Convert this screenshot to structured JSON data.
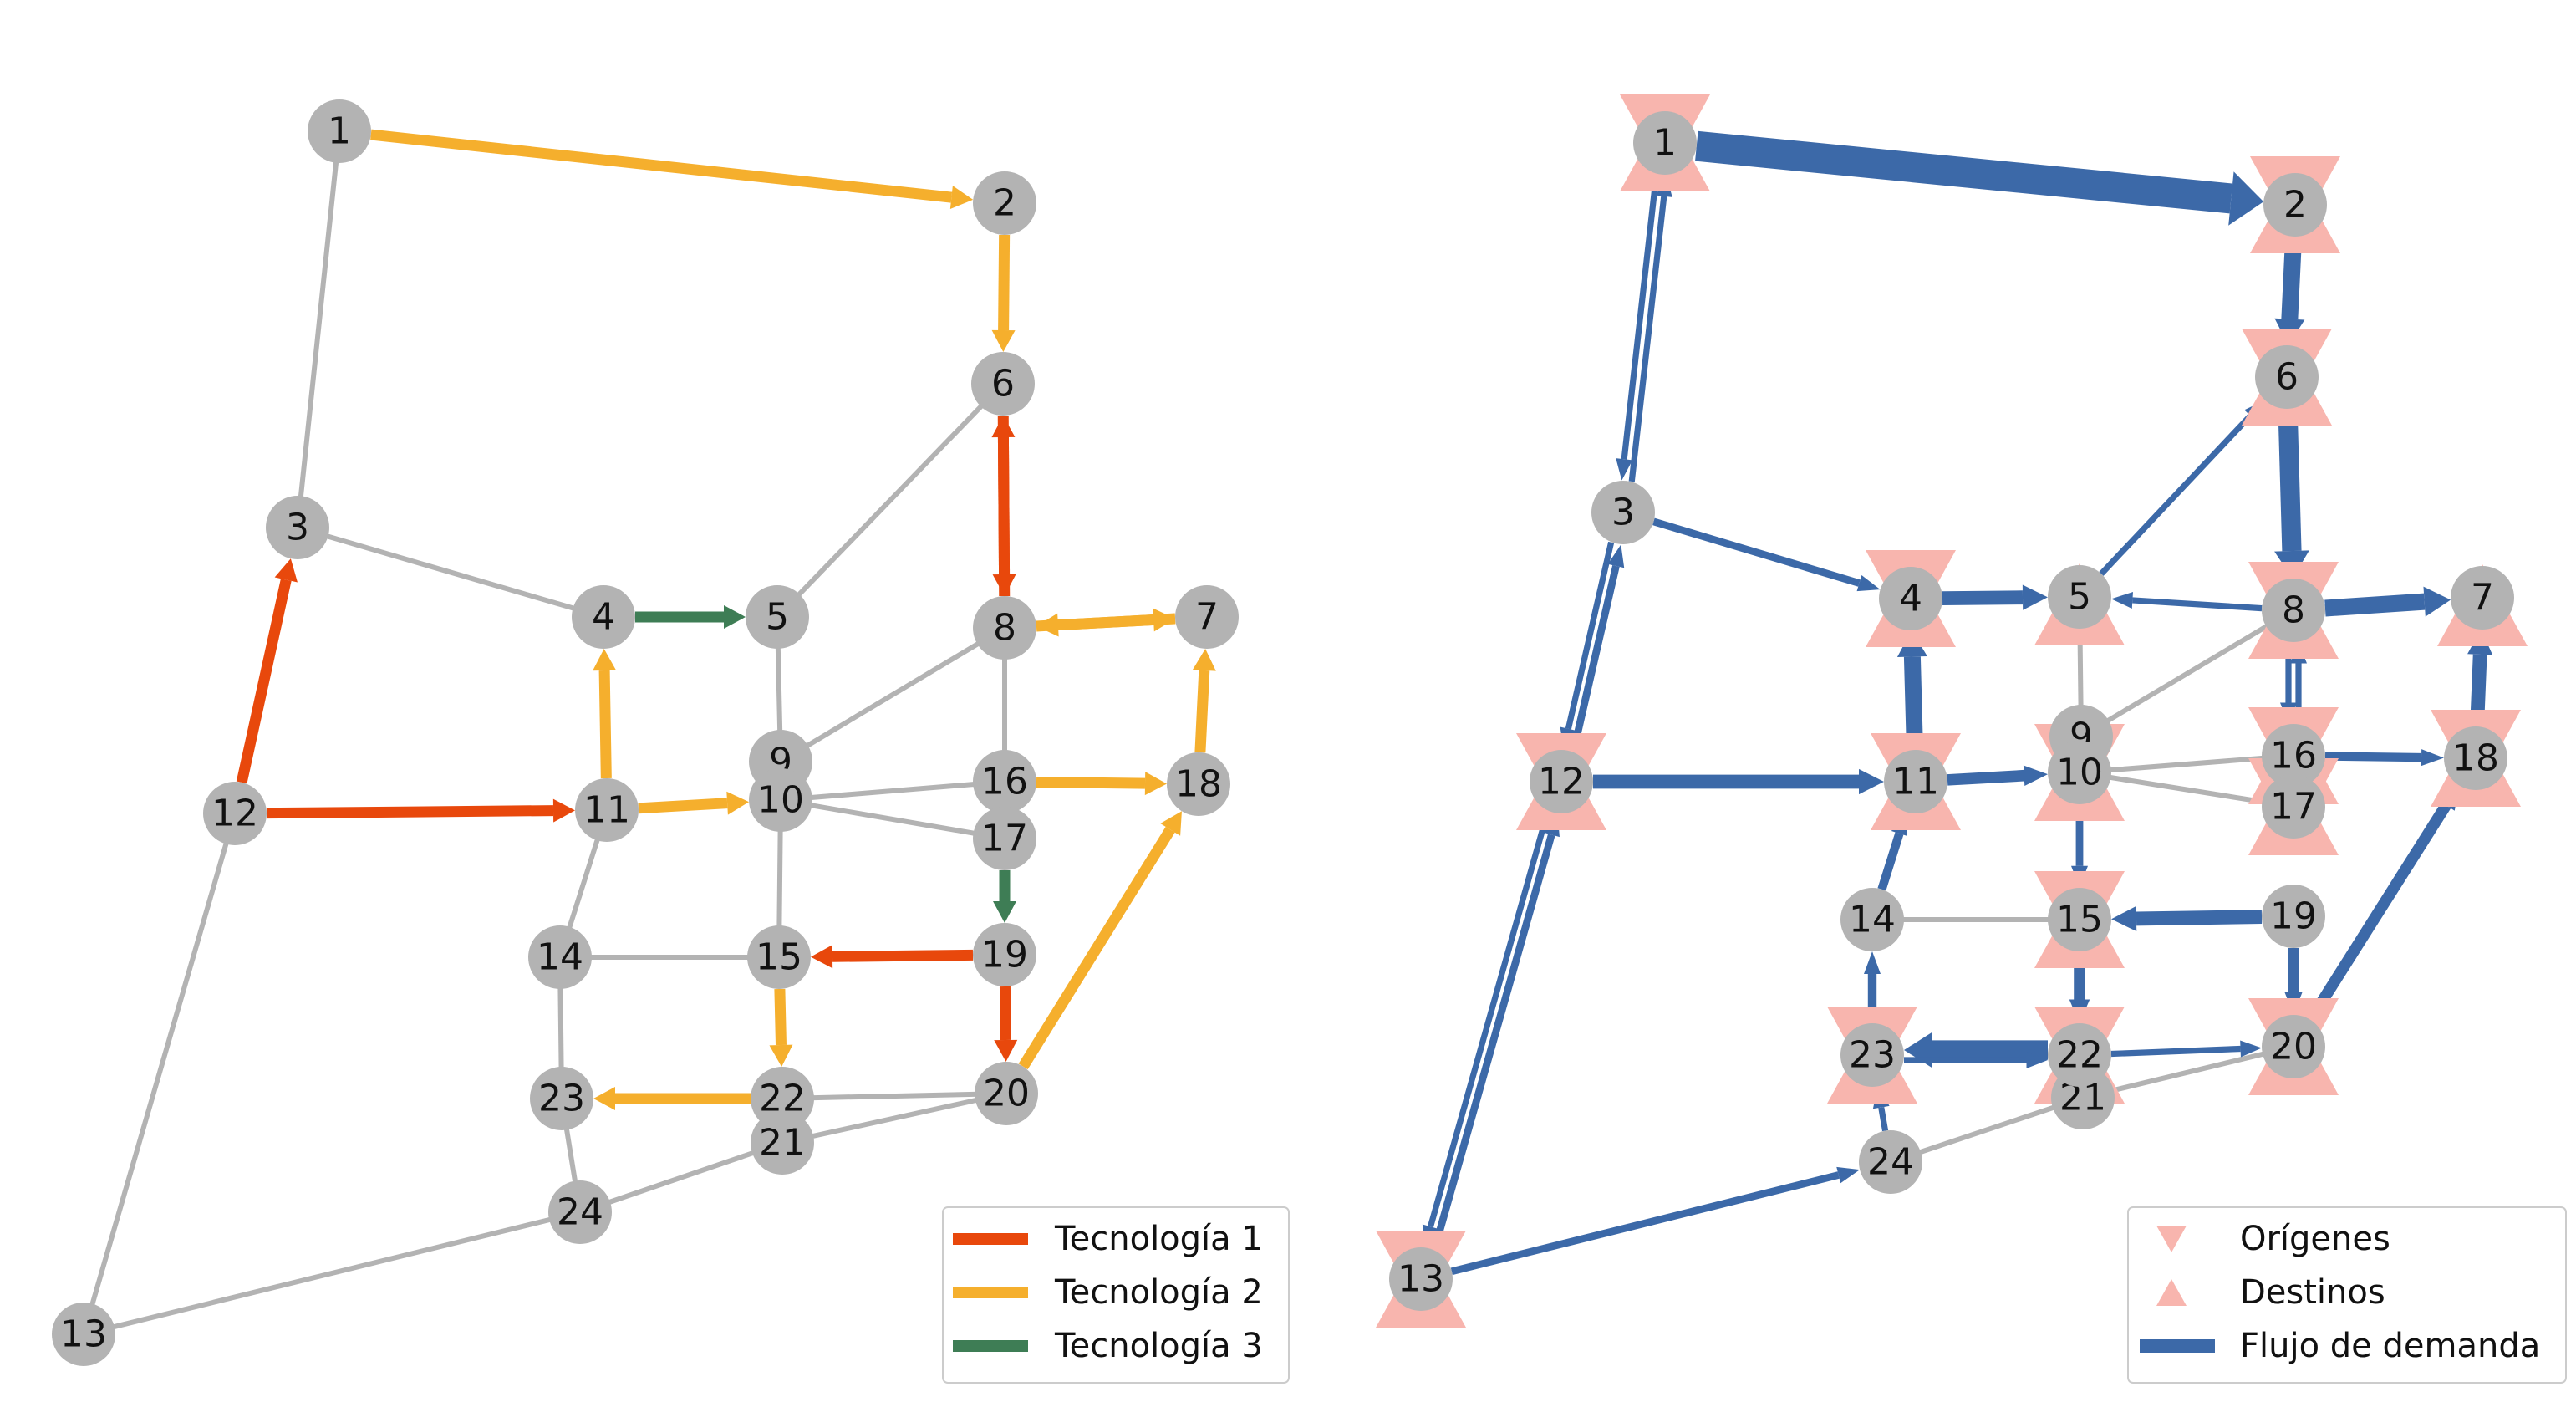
{
  "colors": {
    "tech1": "#E8480C",
    "tech2": "#F5AF2D",
    "tech3": "#3E7D55",
    "plain_edge": "#B3B3B3",
    "node": "#B3B3B3",
    "demand": "#3C69A8",
    "marker": "#F8B5AE"
  },
  "left_panel": {
    "nodes": [
      "1",
      "2",
      "3",
      "4",
      "5",
      "6",
      "7",
      "8",
      "9",
      "10",
      "11",
      "12",
      "13",
      "14",
      "15",
      "16",
      "17",
      "18",
      "19",
      "20",
      "21",
      "22",
      "23",
      "24"
    ],
    "plain_edges": [
      [
        "1",
        "3"
      ],
      [
        "3",
        "4"
      ],
      [
        "5",
        "6"
      ],
      [
        "5",
        "9"
      ],
      [
        "9",
        "8"
      ],
      [
        "8",
        "16"
      ],
      [
        "10",
        "16"
      ],
      [
        "10",
        "17"
      ],
      [
        "10",
        "15"
      ],
      [
        "11",
        "14"
      ],
      [
        "14",
        "15"
      ],
      [
        "14",
        "23"
      ],
      [
        "23",
        "24"
      ],
      [
        "24",
        "21"
      ],
      [
        "21",
        "20"
      ],
      [
        "22",
        "20"
      ],
      [
        "13",
        "24"
      ],
      [
        "12",
        "13"
      ]
    ],
    "technology_arcs": [
      {
        "from": "1",
        "to": "2",
        "tech": "tech2"
      },
      {
        "from": "2",
        "to": "6",
        "tech": "tech2"
      },
      {
        "from": "8",
        "to": "6",
        "tech": "tech1"
      },
      {
        "from": "6",
        "to": "8",
        "tech": "tech1"
      },
      {
        "from": "7",
        "to": "8",
        "tech": "tech2"
      },
      {
        "from": "8",
        "to": "7",
        "tech": "tech2"
      },
      {
        "from": "4",
        "to": "5",
        "tech": "tech3"
      },
      {
        "from": "11",
        "to": "4",
        "tech": "tech2"
      },
      {
        "from": "12",
        "to": "3",
        "tech": "tech1"
      },
      {
        "from": "12",
        "to": "11",
        "tech": "tech1"
      },
      {
        "from": "11",
        "to": "10",
        "tech": "tech2"
      },
      {
        "from": "16",
        "to": "18",
        "tech": "tech2"
      },
      {
        "from": "18",
        "to": "7",
        "tech": "tech2"
      },
      {
        "from": "17",
        "to": "19",
        "tech": "tech3"
      },
      {
        "from": "19",
        "to": "15",
        "tech": "tech1"
      },
      {
        "from": "19",
        "to": "20",
        "tech": "tech1"
      },
      {
        "from": "20",
        "to": "18",
        "tech": "tech2"
      },
      {
        "from": "15",
        "to": "22",
        "tech": "tech2"
      },
      {
        "from": "22",
        "to": "23",
        "tech": "tech2"
      }
    ],
    "legend": [
      {
        "label": "Tecnología 1",
        "color_key": "tech1"
      },
      {
        "label": "Tecnología 2",
        "color_key": "tech2"
      },
      {
        "label": "Tecnología 3",
        "color_key": "tech3"
      }
    ]
  },
  "right_panel": {
    "nodes": [
      "1",
      "2",
      "3",
      "4",
      "5",
      "6",
      "7",
      "8",
      "9",
      "10",
      "11",
      "12",
      "13",
      "14",
      "15",
      "16",
      "17",
      "18",
      "19",
      "20",
      "21",
      "22",
      "23",
      "24"
    ],
    "origins": [
      "1",
      "2",
      "4",
      "6",
      "8",
      "10",
      "11",
      "12",
      "13",
      "15",
      "16",
      "17",
      "18",
      "20",
      "22",
      "23"
    ],
    "destinations": [
      "1",
      "2",
      "4",
      "5",
      "6",
      "7",
      "8",
      "10",
      "11",
      "12",
      "13",
      "15",
      "16",
      "17",
      "18",
      "20",
      "22",
      "23"
    ],
    "plain_edges": [
      [
        "5",
        "9"
      ],
      [
        "9",
        "8"
      ],
      [
        "10",
        "16"
      ],
      [
        "10",
        "17"
      ],
      [
        "14",
        "15"
      ],
      [
        "24",
        "21"
      ],
      [
        "21",
        "20"
      ]
    ],
    "demand_arcs": [
      {
        "from": "1",
        "to": "2",
        "flow": 10
      },
      {
        "from": "2",
        "to": "6",
        "flow": 5
      },
      {
        "from": "6",
        "to": "8",
        "flow": 6
      },
      {
        "from": "8",
        "to": "7",
        "flow": 5
      },
      {
        "from": "18",
        "to": "7",
        "flow": 4
      },
      {
        "from": "1",
        "to": "3",
        "flow": 1
      },
      {
        "from": "3",
        "to": "1",
        "flow": 1
      },
      {
        "from": "3",
        "to": "4",
        "flow": 1.5
      },
      {
        "from": "4",
        "to": "5",
        "flow": 4
      },
      {
        "from": "8",
        "to": "5",
        "flow": 1
      },
      {
        "from": "5",
        "to": "6",
        "flow": 1
      },
      {
        "from": "12",
        "to": "3",
        "flow": 1.5
      },
      {
        "from": "3",
        "to": "12",
        "flow": 1
      },
      {
        "from": "12",
        "to": "11",
        "flow": 4
      },
      {
        "from": "11",
        "to": "4",
        "flow": 5
      },
      {
        "from": "11",
        "to": "10",
        "flow": 3
      },
      {
        "from": "8",
        "to": "16",
        "flow": 1
      },
      {
        "from": "16",
        "to": "8",
        "flow": 1
      },
      {
        "from": "16",
        "to": "18",
        "flow": 2
      },
      {
        "from": "10",
        "to": "15",
        "flow": 1.5
      },
      {
        "from": "19",
        "to": "15",
        "flow": 4
      },
      {
        "from": "19",
        "to": "20",
        "flow": 2.5
      },
      {
        "from": "15",
        "to": "22",
        "flow": 3
      },
      {
        "from": "22",
        "to": "23",
        "flow": 6
      },
      {
        "from": "23",
        "to": "22",
        "flow": 1
      },
      {
        "from": "22",
        "to": "20",
        "flow": 1
      },
      {
        "from": "20",
        "to": "18",
        "flow": 3
      },
      {
        "from": "14",
        "to": "11",
        "flow": 2
      },
      {
        "from": "23",
        "to": "14",
        "flow": 2
      },
      {
        "from": "24",
        "to": "23",
        "flow": 1
      },
      {
        "from": "13",
        "to": "24",
        "flow": 1.5
      },
      {
        "from": "13",
        "to": "12",
        "flow": 1.5
      },
      {
        "from": "12",
        "to": "13",
        "flow": 1
      }
    ],
    "legend": [
      {
        "label": "Orígenes",
        "kind": "origin"
      },
      {
        "label": "Destinos",
        "kind": "destination"
      },
      {
        "label": "Flujo de demanda",
        "kind": "flow"
      }
    ]
  }
}
